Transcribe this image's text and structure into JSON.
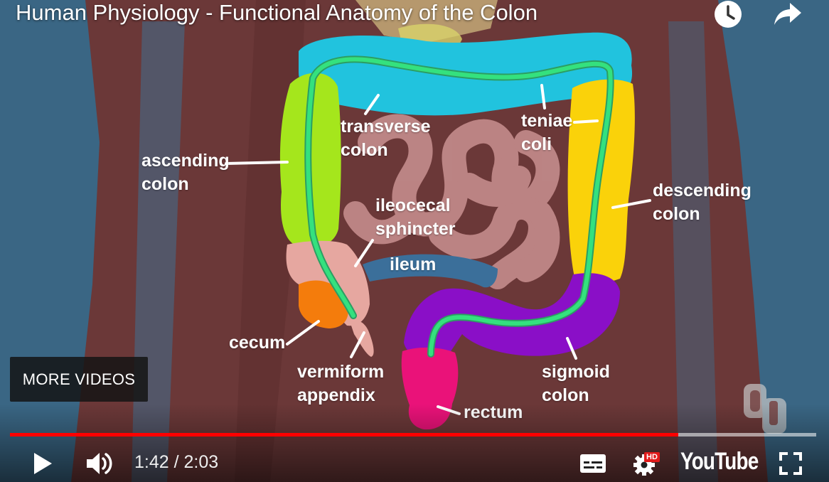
{
  "video": {
    "title": "Human Physiology - Functional Anatomy of the Colon",
    "current_time": "1:42",
    "time_separator": "/",
    "duration": "2:03",
    "progress_fraction": 0.829,
    "more_videos_label": "MORE VIDEOS",
    "youtube_logo_text": "YouTube",
    "hd_badge": "HD",
    "progress_color": "#ff0000",
    "watermark": "OU-logo"
  },
  "labels": {
    "transverse_colon": [
      "transverse",
      "colon"
    ],
    "teniae_coli": [
      "teniae",
      "coli"
    ],
    "ascending_colon": [
      "ascending",
      "colon"
    ],
    "descending_colon": [
      "descending",
      "colon"
    ],
    "ileocecal_sphincter": [
      "ileocecal",
      "sphincter"
    ],
    "ileum": "ileum",
    "cecum": "cecum",
    "vermiform_appendix": [
      "vermiform",
      "appendix"
    ],
    "sigmoid_colon": [
      "sigmoid",
      "colon"
    ],
    "rectum": "rectum"
  },
  "colors": {
    "background": "#3a6684",
    "body": "#6b3838",
    "transverse": "#21c3de",
    "ascending": "#a5e61c",
    "descending": "#fad20a",
    "sigmoid": "#8a0fc7",
    "rectum": "#ea1279",
    "cecum": "#f47c0c",
    "teniae": "#34e17e",
    "intestine": "#c08888",
    "ileum": "#3b6f9a"
  },
  "icons": [
    "clock-icon",
    "share-icon",
    "play-icon",
    "volume-icon",
    "subtitles-icon",
    "settings-icon",
    "fullscreen-icon"
  ]
}
